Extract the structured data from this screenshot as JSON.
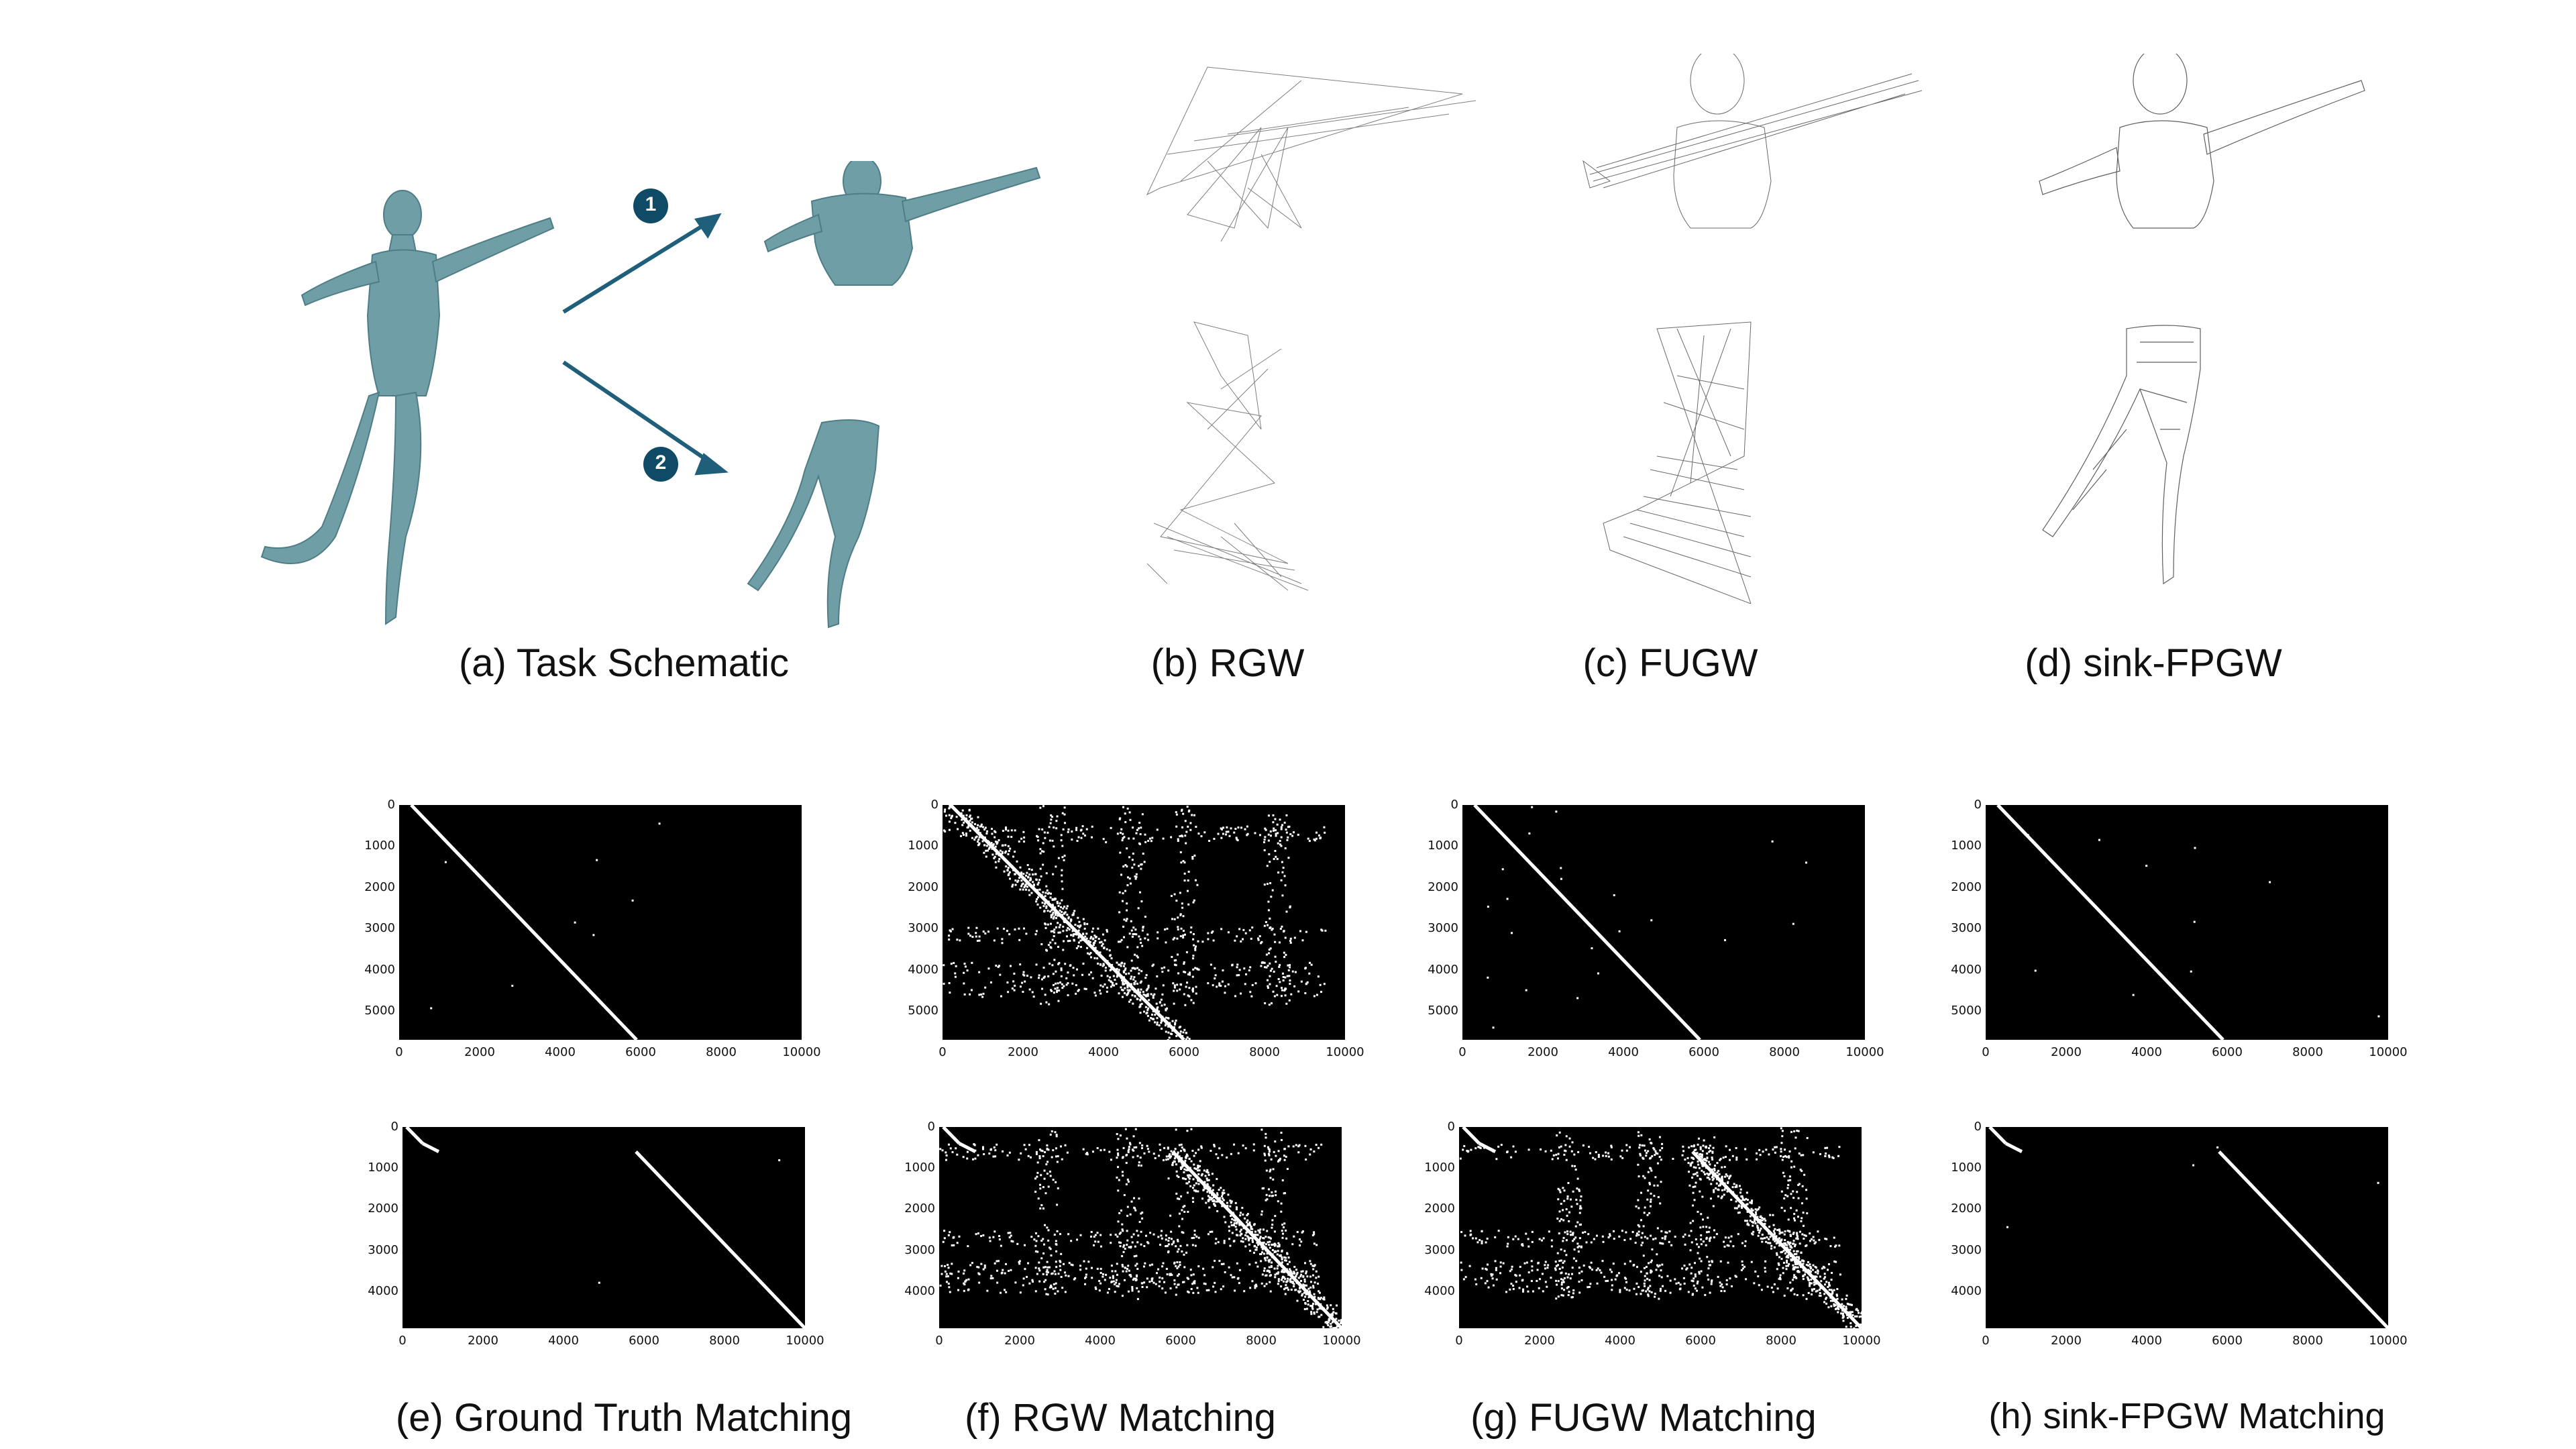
{
  "top_captions": {
    "a": "(a) Task Schematic",
    "b": "(b) RGW",
    "c": "(c) FUGW",
    "d": "(d) sink-FPGW"
  },
  "bottom_captions": {
    "e": "(e) Ground Truth Matching",
    "f": "(f) RGW Matching",
    "g": "(g) FUGW Matching",
    "h": "(h) sink-FPGW Matching"
  },
  "step_badges": [
    "1",
    "2"
  ],
  "colors": {
    "mesh_teal": "#6f9ea6",
    "mesh_dark": "#3e6c75",
    "arrow": "#1f5f7a",
    "badge": "#0f4a66"
  },
  "chart_data": [
    {
      "type": "heatmap",
      "name": "ground-truth-top",
      "xticks": [
        "0",
        "2000",
        "4000",
        "6000",
        "8000",
        "10000"
      ],
      "yticks": [
        "0",
        "1000",
        "2000",
        "3000",
        "4000",
        "5000"
      ],
      "xlim": [
        0,
        10000
      ],
      "ylim": [
        5700,
        0
      ],
      "pattern": "diag",
      "diag": {
        "x0": 300,
        "x1": 5900
      },
      "noise": 0.0,
      "speckle": 8
    },
    {
      "type": "heatmap",
      "name": "rgw-top",
      "xticks": [
        "0",
        "2000",
        "4000",
        "6000",
        "8000",
        "10000"
      ],
      "yticks": [
        "0",
        "1000",
        "2000",
        "3000",
        "4000",
        "5000"
      ],
      "xlim": [
        0,
        10000
      ],
      "ylim": [
        5700,
        0
      ],
      "pattern": "noisy",
      "diag": {
        "x0": 200,
        "x1": 6000
      },
      "noise": 0.9,
      "speckle": 0
    },
    {
      "type": "heatmap",
      "name": "fugw-top",
      "xticks": [
        "0",
        "2000",
        "4000",
        "6000",
        "8000",
        "10000"
      ],
      "yticks": [
        "0",
        "1000",
        "2000",
        "3000",
        "4000",
        "5000"
      ],
      "xlim": [
        0,
        10000
      ],
      "ylim": [
        5700,
        0
      ],
      "pattern": "diag",
      "diag": {
        "x0": 300,
        "x1": 5900
      },
      "noise": 0.0,
      "speckle": 22
    },
    {
      "type": "heatmap",
      "name": "sink-fpgw-top",
      "xticks": [
        "0",
        "2000",
        "4000",
        "6000",
        "8000",
        "10000"
      ],
      "yticks": [
        "0",
        "1000",
        "2000",
        "3000",
        "4000",
        "5000"
      ],
      "xlim": [
        0,
        10000
      ],
      "ylim": [
        5700,
        0
      ],
      "pattern": "diag",
      "diag": {
        "x0": 300,
        "x1": 5900
      },
      "noise": 0.0,
      "speckle": 10
    },
    {
      "type": "heatmap",
      "name": "ground-truth-bottom",
      "xticks": [
        "0",
        "2000",
        "4000",
        "6000",
        "8000",
        "10000"
      ],
      "yticks": [
        "0",
        "1000",
        "2000",
        "3000",
        "4000"
      ],
      "xlim": [
        0,
        10000
      ],
      "ylim": [
        4900,
        0
      ],
      "pattern": "split",
      "diag": {
        "x0": 5800,
        "x1": 10000
      },
      "noise": 0.0,
      "speckle": 2
    },
    {
      "type": "heatmap",
      "name": "rgw-bottom",
      "xticks": [
        "0",
        "2000",
        "4000",
        "6000",
        "8000",
        "10000"
      ],
      "yticks": [
        "0",
        "1000",
        "2000",
        "3000",
        "4000"
      ],
      "xlim": [
        0,
        10000
      ],
      "ylim": [
        4900,
        0
      ],
      "pattern": "noisysplit",
      "diag": {
        "x0": 5800,
        "x1": 10000
      },
      "noise": 0.9,
      "speckle": 0
    },
    {
      "type": "heatmap",
      "name": "fugw-bottom",
      "xticks": [
        "0",
        "2000",
        "4000",
        "6000",
        "8000",
        "10000"
      ],
      "yticks": [
        "0",
        "1000",
        "2000",
        "3000",
        "4000"
      ],
      "xlim": [
        0,
        10000
      ],
      "ylim": [
        4900,
        0
      ],
      "pattern": "noisysplit",
      "diag": {
        "x0": 5800,
        "x1": 10000
      },
      "noise": 0.9,
      "speckle": 0
    },
    {
      "type": "heatmap",
      "name": "sink-fpgw-bottom",
      "xticks": [
        "0",
        "2000",
        "4000",
        "6000",
        "8000",
        "10000"
      ],
      "yticks": [
        "0",
        "1000",
        "2000",
        "3000",
        "4000"
      ],
      "xlim": [
        0,
        10000
      ],
      "ylim": [
        4900,
        0
      ],
      "pattern": "split",
      "diag": {
        "x0": 5800,
        "x1": 10000
      },
      "noise": 0.0,
      "speckle": 4
    }
  ]
}
